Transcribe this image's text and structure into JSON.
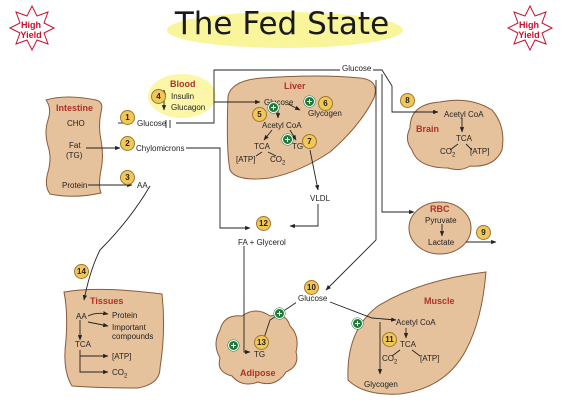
{
  "title": "The Fed State",
  "badges": {
    "left": "High Yield",
    "right": "High Yield"
  },
  "organs": {
    "intestine": "Intestine",
    "blood": "Blood",
    "liver": "Liver",
    "brain": "Brain",
    "rbc": "RBC",
    "tissues": "Tissues",
    "adipose": "Adipose",
    "muscle": "Muscle"
  },
  "labels": {
    "cho": "CHO",
    "fat": "Fat",
    "tg_paren": "(TG)",
    "protein_in": "Protein",
    "glucose_gut": "Glucose",
    "chylomicrons": "Chylomicrons",
    "aa_gut": "AA",
    "insulin": "Insulin",
    "glucagon": "Glucagon",
    "glucose_top": "Glucose",
    "liver_glucose": "Glucose",
    "liver_glycogen": "Glycogen",
    "liver_acetylcoa": "Acetyl CoA",
    "liver_tca": "TCA",
    "liver_tg": "TG",
    "liver_atp": "[ATP]",
    "liver_co2": "CO",
    "vldl": "VLDL",
    "fa_glycerol": "FA + Glycerol",
    "brain_acetylcoa": "Acetyl CoA",
    "brain_tca": "TCA",
    "brain_co2": "CO",
    "brain_atp": "[ATP]",
    "rbc_pyruvate": "Pyruvate",
    "rbc_lactate": "Lactate",
    "glucose_mid": "Glucose",
    "tissues_aa": "AA",
    "tissues_protein": "Protein",
    "tissues_important": "Important",
    "tissues_compounds": "compounds",
    "tissues_tca": "TCA",
    "tissues_atp": "[ATP]",
    "tissues_co2": "CO",
    "adipose_tg": "TG",
    "muscle_acetylcoa": "Acetyl CoA",
    "muscle_tca": "TCA",
    "muscle_co2": "CO",
    "muscle_atp": "[ATP]",
    "muscle_glycogen": "Glycogen",
    "sub2": "2"
  },
  "numbers": [
    "1",
    "2",
    "3",
    "4",
    "5",
    "6",
    "7",
    "8",
    "9",
    "10",
    "11",
    "12",
    "13",
    "14"
  ],
  "colors": {
    "organ_fill": "#e6c29c",
    "organ_stroke": "#8a5a3a",
    "organ_label": "#b0302a",
    "blood_highlight": "#fbf6a8",
    "title_highlight": "#f8f59a",
    "number_badge": "#f2c75a",
    "plus_dot": "#1f7a3a",
    "arrow": "#222222",
    "badge_red": "#c8102e"
  }
}
